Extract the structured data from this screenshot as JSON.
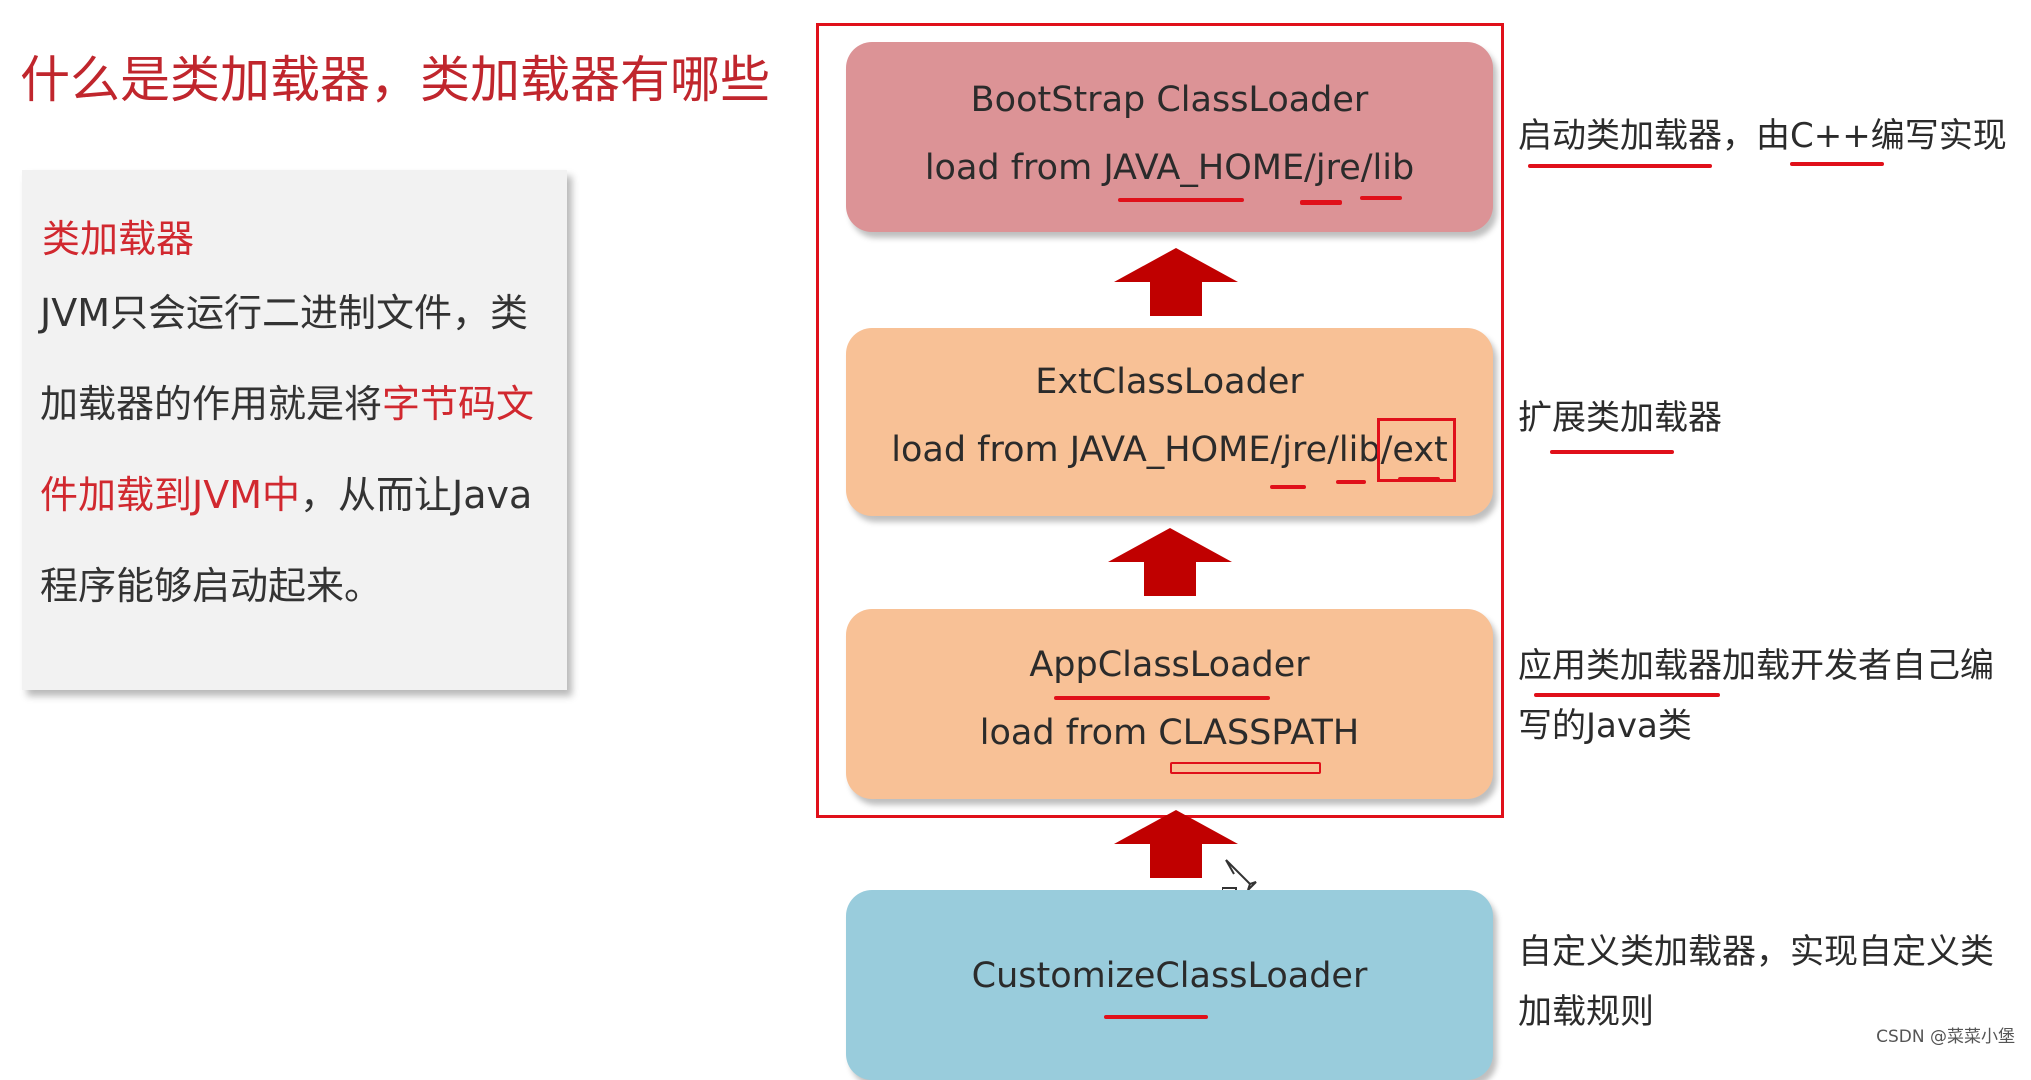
{
  "colors": {
    "title_red": "#c0262d",
    "highlight_red": "#d1282f",
    "frame_red": "#e0101a",
    "bootstrap_box": "#dc9396",
    "ext_box": "#f8c196",
    "app_box": "#f8c196",
    "custom_box": "#99ccdc",
    "arrow_red": "#c00000"
  },
  "header": {
    "title": "什么是类加载器，类加载器有哪些"
  },
  "info_card": {
    "title": "类加载器",
    "body_part1": "JVM只会运行二进制文件，类加载器的作用就是将",
    "body_highlight": "字节码文件加载到JVM中",
    "body_part2": "，从而让Java程序能够启动起来。"
  },
  "diagram": {
    "loaders": [
      {
        "name": "BootStrap ClassLoader",
        "path": "load from JAVA_HOME/jre/lib",
        "annotation": "启动类加载器，由C++编写实现"
      },
      {
        "name": "ExtClassLoader",
        "path_prefix": "load from JAVA_HOME/jre/lib",
        "path_boxed": "/ext",
        "annotation": "扩展类加载器"
      },
      {
        "name": "AppClassLoader",
        "path": "load from CLASSPATH",
        "annotation": "应用类加载器加载开发者自己编写的Java类"
      },
      {
        "name": "CustomizeClassLoader",
        "annotation": "自定义类加载器，实现自定义类加载规则"
      }
    ],
    "arrow_icon": "up-arrow-icon"
  },
  "footer": {
    "watermark": "CSDN @菜菜小堡"
  }
}
